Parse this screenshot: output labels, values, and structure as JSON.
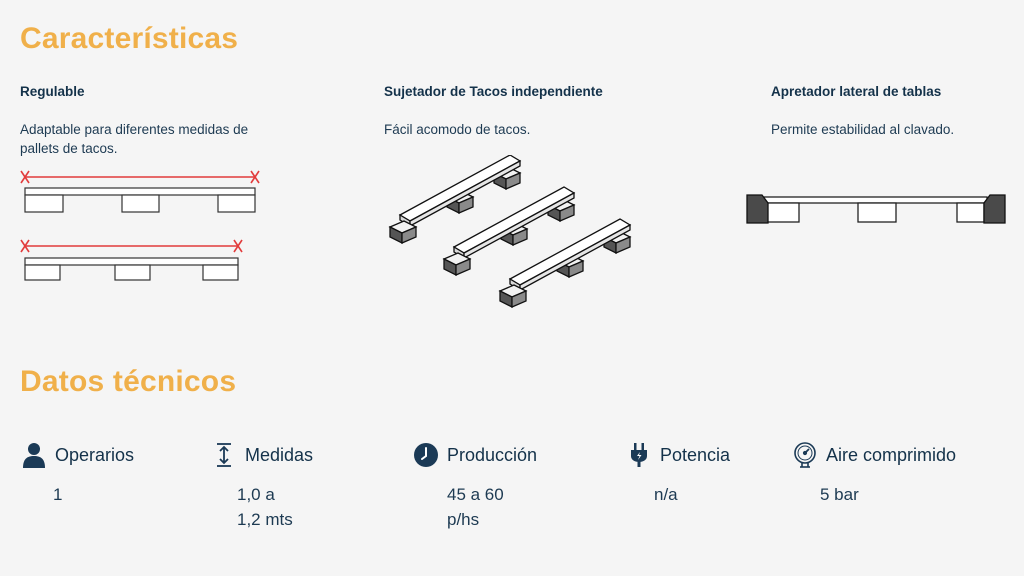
{
  "features": {
    "title": "Características",
    "items": [
      {
        "heading": "Regulable",
        "description": "Adaptable para diferentes medidas de pallets de tacos."
      },
      {
        "heading": "Sujetador de Tacos independiente",
        "description": "Fácil acomodo de tacos."
      },
      {
        "heading": "Apretador lateral de tablas",
        "description": "Permite estabilidad al clavado."
      }
    ]
  },
  "tech": {
    "title": "Datos técnicos",
    "specs": [
      {
        "label": "Operarios",
        "value": "1",
        "icon": "person-icon"
      },
      {
        "label": "Medidas",
        "value": "1,0 a\n1,2 mts",
        "icon": "height-measure-icon"
      },
      {
        "label": "Producción",
        "value": "45 a 60\np/hs",
        "icon": "clock-icon"
      },
      {
        "label": "Potencia",
        "value": "n/a",
        "icon": "plug-icon"
      },
      {
        "label": "Aire comprimido",
        "value": "5 bar",
        "icon": "pressure-gauge-icon"
      }
    ]
  },
  "colors": {
    "accent": "#f0b04a",
    "text": "#14324a",
    "background": "#f5f5f5",
    "measure_line": "#e23b3b"
  }
}
